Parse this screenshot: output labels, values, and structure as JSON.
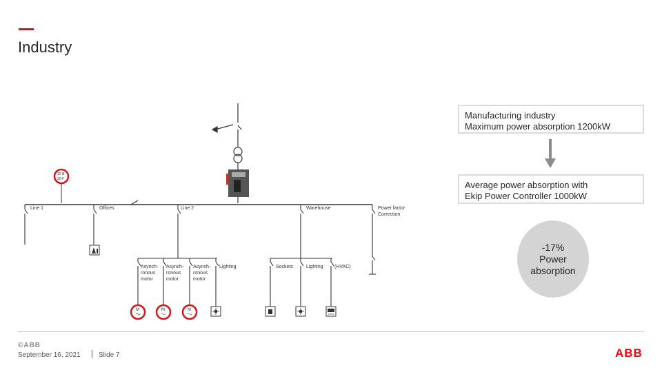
{
  "slide": {
    "title": "Industry"
  },
  "info": {
    "box1_line1": "Manufacturing industry",
    "box1_line2": "Maximum power absorption 1200kW",
    "box2_line1": "Average power absorption with",
    "box2_line2": "Ekip Power Controller 1000kW"
  },
  "reduction": {
    "value": "-17%",
    "line1": "Power",
    "line2": "absorption"
  },
  "diagram": {
    "meter_text": [
      "32 B",
      "30 F"
    ],
    "branches": {
      "line1": "Line 1",
      "offices": "Offices",
      "line2": "Line 2",
      "warehouse": "Warehouse",
      "pf_line1": "Power factor",
      "pf_line2": "Correction"
    },
    "loads": {
      "async": [
        "Asynch-",
        "ronous",
        "motor"
      ],
      "lighting": "Lighting",
      "sockets": "Sockets",
      "hvac": "(HVAC)"
    }
  },
  "footer": {
    "logo_text": "©ABB",
    "date": "September 16, 2021",
    "slide": "Slide 7",
    "brand": "ABB"
  },
  "colors": {
    "accent": "#ff000f",
    "box_border": "#dcdcdc",
    "circle_fill": "#d4d4d4"
  }
}
